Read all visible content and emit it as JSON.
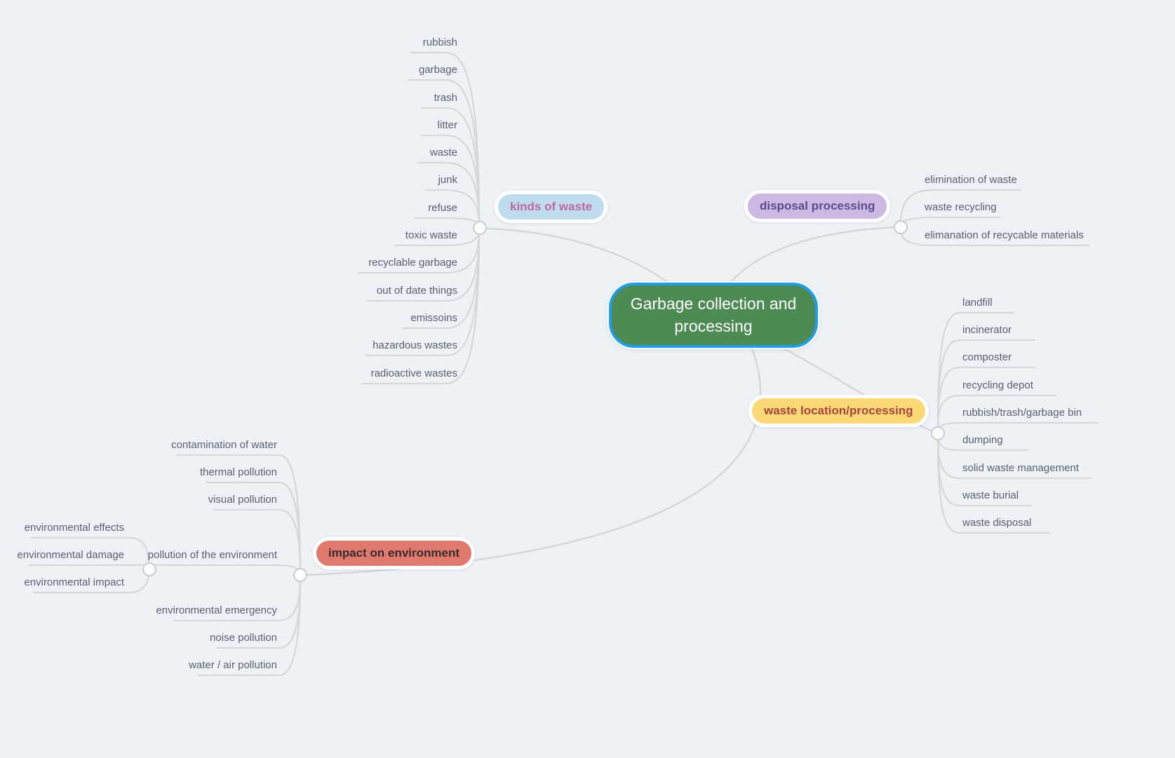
{
  "canvas": {
    "background_color": "#eef2f6",
    "connector_color": "#d4d8dd"
  },
  "root": {
    "label": "Garbage collection and processing",
    "bg_color": "#4e8b54",
    "border_color": "#1f9de9",
    "text_color": "#ffffff"
  },
  "branches": [
    {
      "id": "kinds-of-waste",
      "label": "kinds of waste",
      "bg_color": "#bedcee",
      "text_color": "#bf699d",
      "children": [
        {
          "label": "rubbish"
        },
        {
          "label": "garbage"
        },
        {
          "label": "trash"
        },
        {
          "label": "litter"
        },
        {
          "label": "waste"
        },
        {
          "label": "junk"
        },
        {
          "label": "refuse"
        },
        {
          "label": "toxic waste"
        },
        {
          "label": "recyclable garbage"
        },
        {
          "label": "out of date things"
        },
        {
          "label": "emissoins"
        },
        {
          "label": "hazardous wastes"
        },
        {
          "label": "radioactive wastes"
        }
      ]
    },
    {
      "id": "disposal-processing",
      "label": "disposal processing",
      "bg_color": "#cbb8e3",
      "text_color": "#5c4a8e",
      "children": [
        {
          "label": "elimination of waste"
        },
        {
          "label": "waste recycling"
        },
        {
          "label": "elimanation of recycable materials"
        }
      ]
    },
    {
      "id": "waste-location-processing",
      "label": "waste location/processing",
      "bg_color": "#fbd977",
      "text_color": "#a6433c",
      "children": [
        {
          "label": "landfill"
        },
        {
          "label": "incinerator"
        },
        {
          "label": "composter"
        },
        {
          "label": "recycling depot"
        },
        {
          "label": "rubbish/trash/garbage bin"
        },
        {
          "label": "dumping"
        },
        {
          "label": "solid waste management"
        },
        {
          "label": "waste burial"
        },
        {
          "label": "waste disposal"
        }
      ]
    },
    {
      "id": "impact-on-environment",
      "label": "impact on environment",
      "bg_color": "#e0796e",
      "text_color": "#3a2b2b",
      "children": [
        {
          "label": "contamination of water"
        },
        {
          "label": "thermal pollution"
        },
        {
          "label": "visual pollution"
        },
        {
          "label": "pollution of the environment",
          "children": [
            {
              "label": "environmental effects"
            },
            {
              "label": "environmental damage"
            },
            {
              "label": "environmental impact"
            }
          ]
        },
        {
          "label": "environmental emergency"
        },
        {
          "label": "noise pollution"
        },
        {
          "label": "water / air pollution"
        }
      ]
    }
  ]
}
